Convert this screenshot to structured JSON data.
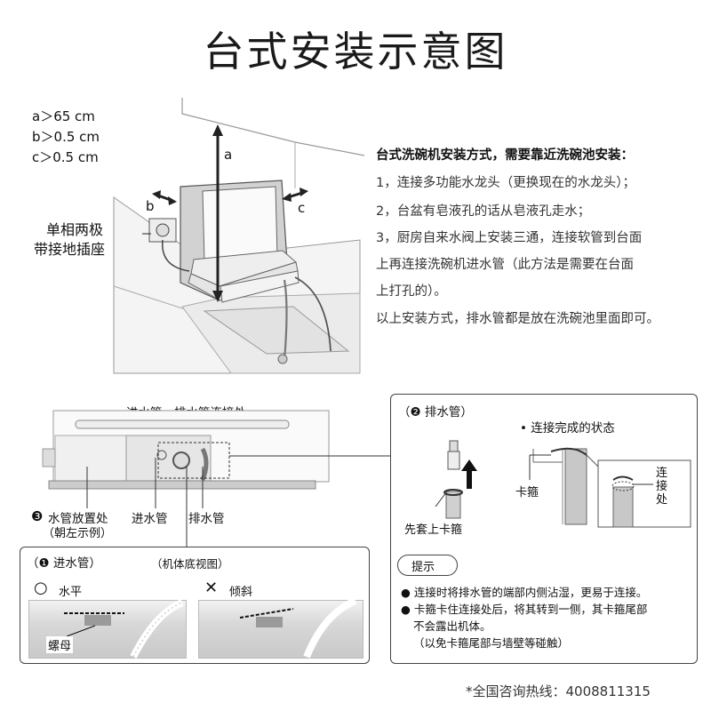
{
  "title": "台式安装示意图",
  "dimensions": [
    "a＞65 cm",
    "b＞0.5 cm",
    "c＞0.5 cm"
  ],
  "top_labels": {
    "a": "a",
    "b": "b",
    "c": "c",
    "socket_line1": "单相两极",
    "socket_line2": "带接地插座"
  },
  "instructions": {
    "heading": "台式洗碗机安装方式，需要靠近洗碗池安装：",
    "lines": [
      "1，连接多功能水龙头（更换现在的水龙头）；",
      "2，台盆有皂液孔的话从皂液孔走水；",
      "3，厨房自来水阀上安装三通，连接软管到台面",
      "上再连接洗碗机进水管（此方法是需要在台面",
      "上打孔的）。",
      "以上安装方式，排水管都是放在洗碗池里面即可。"
    ]
  },
  "bottom_view": {
    "connection_label": "进水管、排水管连接处",
    "storage_num": "❸",
    "storage_label": "水管放置处",
    "storage_sub": "（朝左示例）",
    "inlet_label": "进水管",
    "drain_label": "排水管"
  },
  "inlet_box": {
    "title": "（❶ 进水管）",
    "subtitle": "（机体底视图）",
    "ok_mark": "○",
    "ok_label": "水平",
    "bad_mark": "✕",
    "bad_label": "倾斜",
    "nut_label": "螺母"
  },
  "drain_box": {
    "title": "（❷ 排水管）",
    "state_label": "• 连接完成的状态",
    "clamp_first": "先套上卡箍",
    "clamp": "卡箍",
    "joint_chars": [
      "连",
      "接",
      "处"
    ],
    "tip": "提示",
    "tips": [
      "● 连接时将排水管的端部内侧沾湿，更易于连接。",
      "● 卡箍卡住连接处后，将其转到一侧，其卡箍尾部",
      "不会露出机体。",
      "（以免卡箍尾部与墙壁等碰触）"
    ]
  },
  "hotline": "*全国咨询热线：4008811315"
}
